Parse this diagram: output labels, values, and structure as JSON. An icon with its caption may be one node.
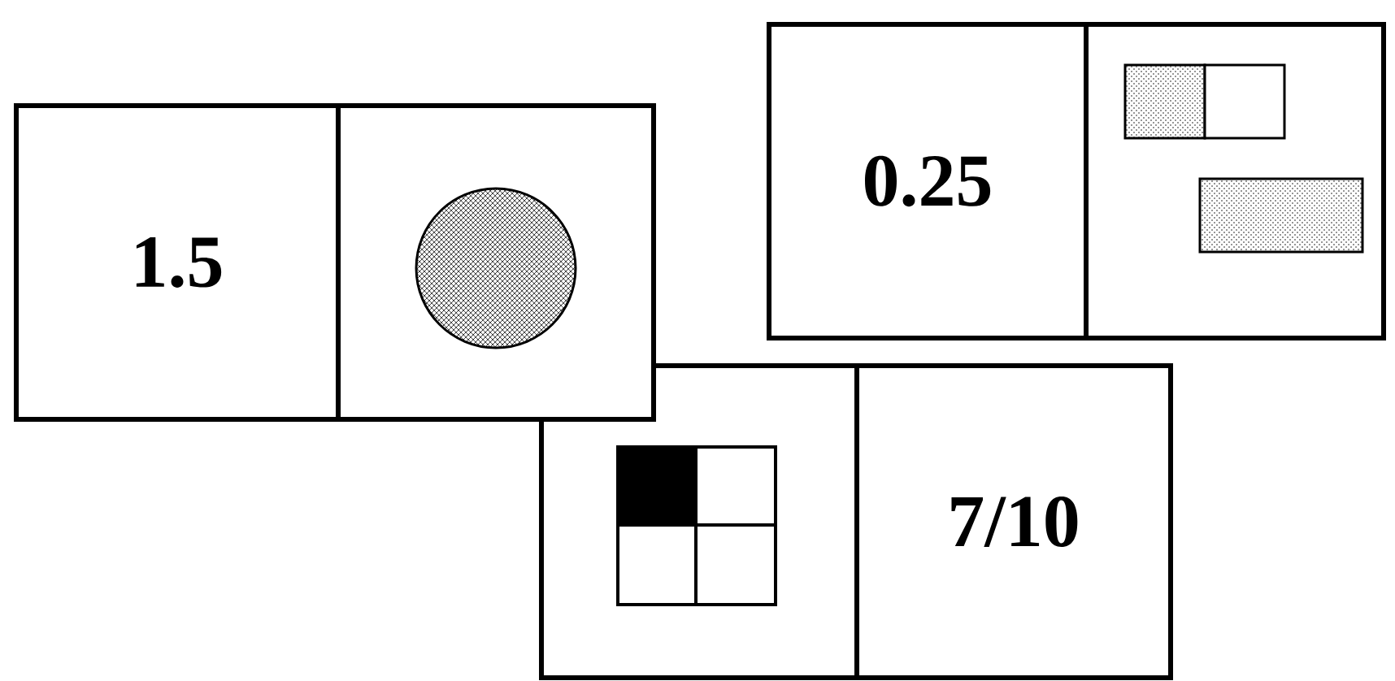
{
  "diagram": {
    "nodes": [
      {
        "text": [
          "1.5"
        ]
      },
      {
        "text": [],
        "shape": "box"
      },
      {
        "text": [
          "0.25"
        ]
      },
      {
        "text": [],
        "shape": "box"
      },
      {
        "text": [],
        "shape": "box"
      },
      {
        "text": [
          "7/10"
        ]
      }
    ]
  }
}
